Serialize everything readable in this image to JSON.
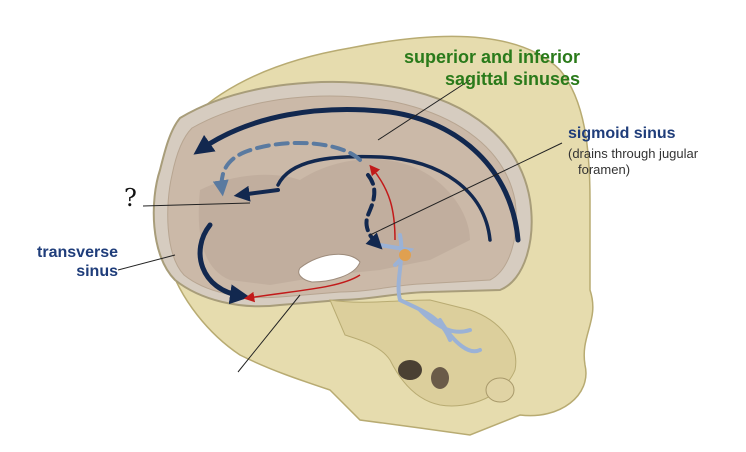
{
  "labels": {
    "superior_line1": "superior and inferior",
    "superior_line2": "sagittal sinuses",
    "sigmoid_title": "sigmoid sinus",
    "sigmoid_note_line1": "(drains through jugular",
    "sigmoid_note_line2": "foramen)",
    "transverse_line1": "transverse",
    "transverse_line2": "sinus",
    "question_mark": "?"
  },
  "colors": {
    "green_label": "#2a7a1a",
    "blue_label": "#1f3d7a",
    "sinus_arrow": "#12284f",
    "dashed_arrow": "#5a7aa0",
    "vein_red": "#c21a1a",
    "bone": "#e6dcae",
    "bone_shadow": "#c9bd86",
    "cranial_floor": "#c9b5a6"
  }
}
